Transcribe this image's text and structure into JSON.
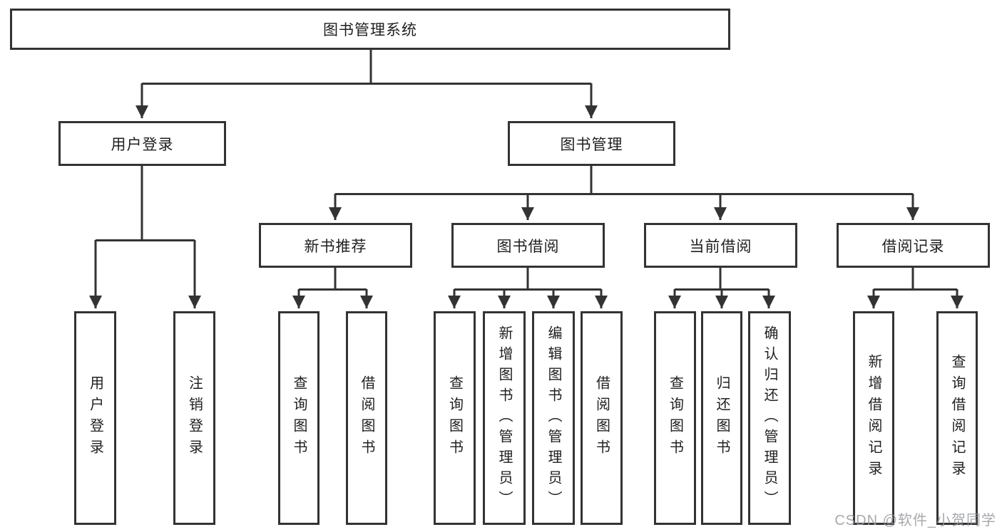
{
  "diagram": {
    "title": "图书管理系统",
    "type": "hierarchy-tree",
    "line_color": "#333333",
    "box_background": "#ffffff",
    "text_color": "#1f1f1f",
    "nodes": {
      "root": "图书管理系统",
      "user_login": "用户登录",
      "book_mgmt": "图书管理",
      "new_book_rec": "新书推荐",
      "book_borrow": "图书借阅",
      "current_borrow": "当前借阅",
      "borrow_records": "借阅记录",
      "leaf_user_login": "用户登录",
      "leaf_logout": "注销登录",
      "rec_query_book": "查询图书",
      "rec_borrow_book": "借阅图书",
      "bb_query_book": "查询图书",
      "bb_add_book": "新增图书（管理员）",
      "bb_edit_book": "编辑图书（管理员）",
      "bb_borrow_book": "借阅图书",
      "cb_query_book": "查询图书",
      "cb_return_book": "归还图书",
      "cb_confirm_return": "确认归还（管理员）",
      "br_add_record": "新增借阅记录",
      "br_query_record": "查询借阅记录"
    },
    "edges": [
      [
        "root",
        "user_login"
      ],
      [
        "root",
        "book_mgmt"
      ],
      [
        "user_login",
        "leaf_user_login"
      ],
      [
        "user_login",
        "leaf_logout"
      ],
      [
        "book_mgmt",
        "new_book_rec"
      ],
      [
        "book_mgmt",
        "book_borrow"
      ],
      [
        "book_mgmt",
        "current_borrow"
      ],
      [
        "book_mgmt",
        "borrow_records"
      ],
      [
        "new_book_rec",
        "rec_query_book"
      ],
      [
        "new_book_rec",
        "rec_borrow_book"
      ],
      [
        "book_borrow",
        "bb_query_book"
      ],
      [
        "book_borrow",
        "bb_add_book"
      ],
      [
        "book_borrow",
        "bb_edit_book"
      ],
      [
        "book_borrow",
        "bb_borrow_book"
      ],
      [
        "current_borrow",
        "cb_query_book"
      ],
      [
        "current_borrow",
        "cb_return_book"
      ],
      [
        "current_borrow",
        "cb_confirm_return"
      ],
      [
        "borrow_records",
        "br_add_record"
      ],
      [
        "borrow_records",
        "br_query_record"
      ]
    ]
  },
  "watermark": "CSDN @软件_小贺同学"
}
